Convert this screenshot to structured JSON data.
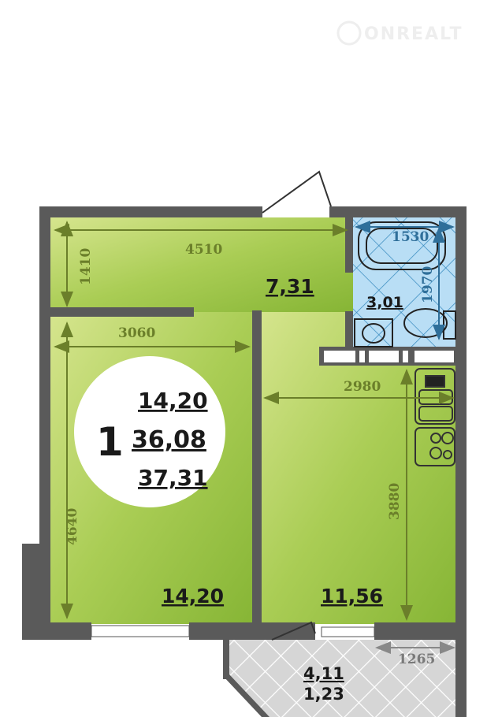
{
  "logo": {
    "text": "ONREALT"
  },
  "plan": {
    "room_count": "1",
    "summary": {
      "living_area": "14,20",
      "total_area": "36,08",
      "total_with_balcony": "37,31"
    },
    "rooms": {
      "corridor": {
        "area": "7,31",
        "width": "4510",
        "depth": "1410"
      },
      "bedroom": {
        "area": "14,20",
        "width": "3060",
        "depth": "4640"
      },
      "kitchen": {
        "area": "11,56",
        "width": "2980",
        "depth": "3880"
      },
      "bathroom": {
        "area": "3,01",
        "width": "1530",
        "depth": "1970"
      },
      "balcony": {
        "area": "4,11",
        "reduced_area": "1,23",
        "width": "1265"
      }
    }
  },
  "colors": {
    "wall": "#5a5a5a",
    "green_light": "#d3e38a",
    "green_dark": "#8dbb3c",
    "bath": "#b9def5",
    "balcony": "#d8d8d8",
    "dim": "#6b7f2a"
  }
}
